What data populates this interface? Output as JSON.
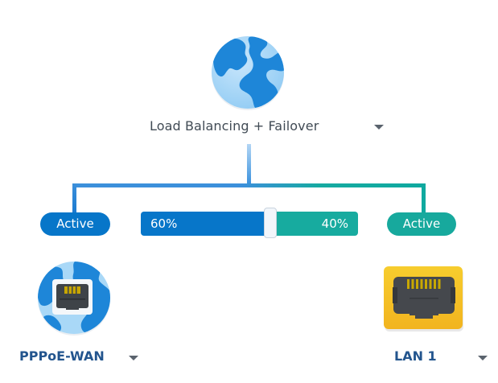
{
  "mode": {
    "label": "Load Balancing + Failover",
    "icon": "globe-icon"
  },
  "colors": {
    "primary_blue": "#0776c9",
    "teal": "#17a99d",
    "label_blue": "#23558e",
    "text_gray": "#414b55",
    "lan_yellow": "#f5c62a"
  },
  "interfaces": [
    {
      "name": "PPPoE-WAN",
      "status": "Active",
      "icon": "globe-ethernet-icon",
      "ratio_percent": 60,
      "ratio_label": "60%"
    },
    {
      "name": "LAN 1",
      "status": "Active",
      "icon": "ethernet-port-icon",
      "ratio_percent": 40,
      "ratio_label": "40%"
    }
  ]
}
